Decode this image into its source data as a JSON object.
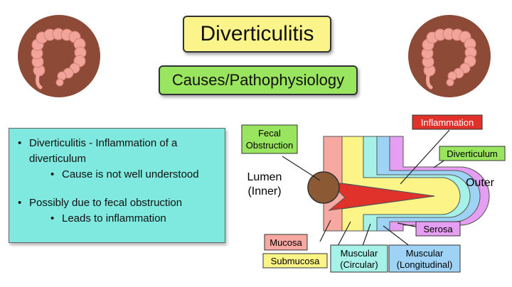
{
  "header": {
    "title": "Diverticulitis",
    "subtitle": "Causes/Pathophysiology"
  },
  "icons": {
    "left": "colon-icon",
    "right": "colon-icon"
  },
  "bullets": {
    "b1_line1": "Diverticulitis - Inflammation of a",
    "b1_line2": "diverticulum",
    "b1_sub": "Cause is not well understood",
    "b2": "Possibly due to fecal obstruction",
    "b2_sub": "Leads to inflammation"
  },
  "diagram": {
    "fecal_l1": "Fecal",
    "fecal_l2": "Obstruction",
    "inflammation": "Inflammation",
    "diverticulum": "Diverticulum",
    "lumen_l1": "Lumen",
    "lumen_l2": "(Inner)",
    "outer": "Outer",
    "mucosa": "Mucosa",
    "submucosa": "Submucosa",
    "serosa": "Serosa",
    "circ_l1": "Muscular",
    "circ_l2": "(Circular)",
    "long_l1": "Muscular",
    "long_l2": "(Longitudinal)"
  },
  "colors": {
    "title_bg": "#fbf48a",
    "subtitle_bg": "#9ae55f",
    "text_box_bg": "#7fe8df",
    "mucosa": "#f7a8a0",
    "submucosa": "#fdf488",
    "muscular_circular": "#a6f2e9",
    "muscular_longitudinal": "#9fd3f6",
    "serosa": "#e69ef2",
    "inflammation": "#e0312a",
    "fecal": "#8b5a34"
  }
}
